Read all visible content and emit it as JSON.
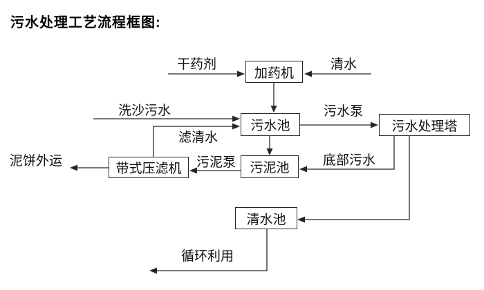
{
  "title": "污水处理工艺流程框图:",
  "colors": {
    "line": "#262626",
    "text": "#111111",
    "background": "#ffffff"
  },
  "nodes": {
    "dosing_machine": "加药机",
    "sewage_pool": "污水池",
    "treatment_tower": "污水处理塔",
    "sludge_pool": "污泥池",
    "belt_filter_press": "带式压滤机",
    "clean_water_pool": "清水池"
  },
  "flow_labels": {
    "dry_agent": "干药剂",
    "clean_water": "清水",
    "sand_washing_sewage": "洗沙污水",
    "filtered_water": "滤清水",
    "sewage_pump": "污水泵",
    "bottom_sewage": "底部污水",
    "sludge_pump": "污泥泵",
    "mud_cake_out": "泥饼外运",
    "recycling": "循环利用"
  }
}
